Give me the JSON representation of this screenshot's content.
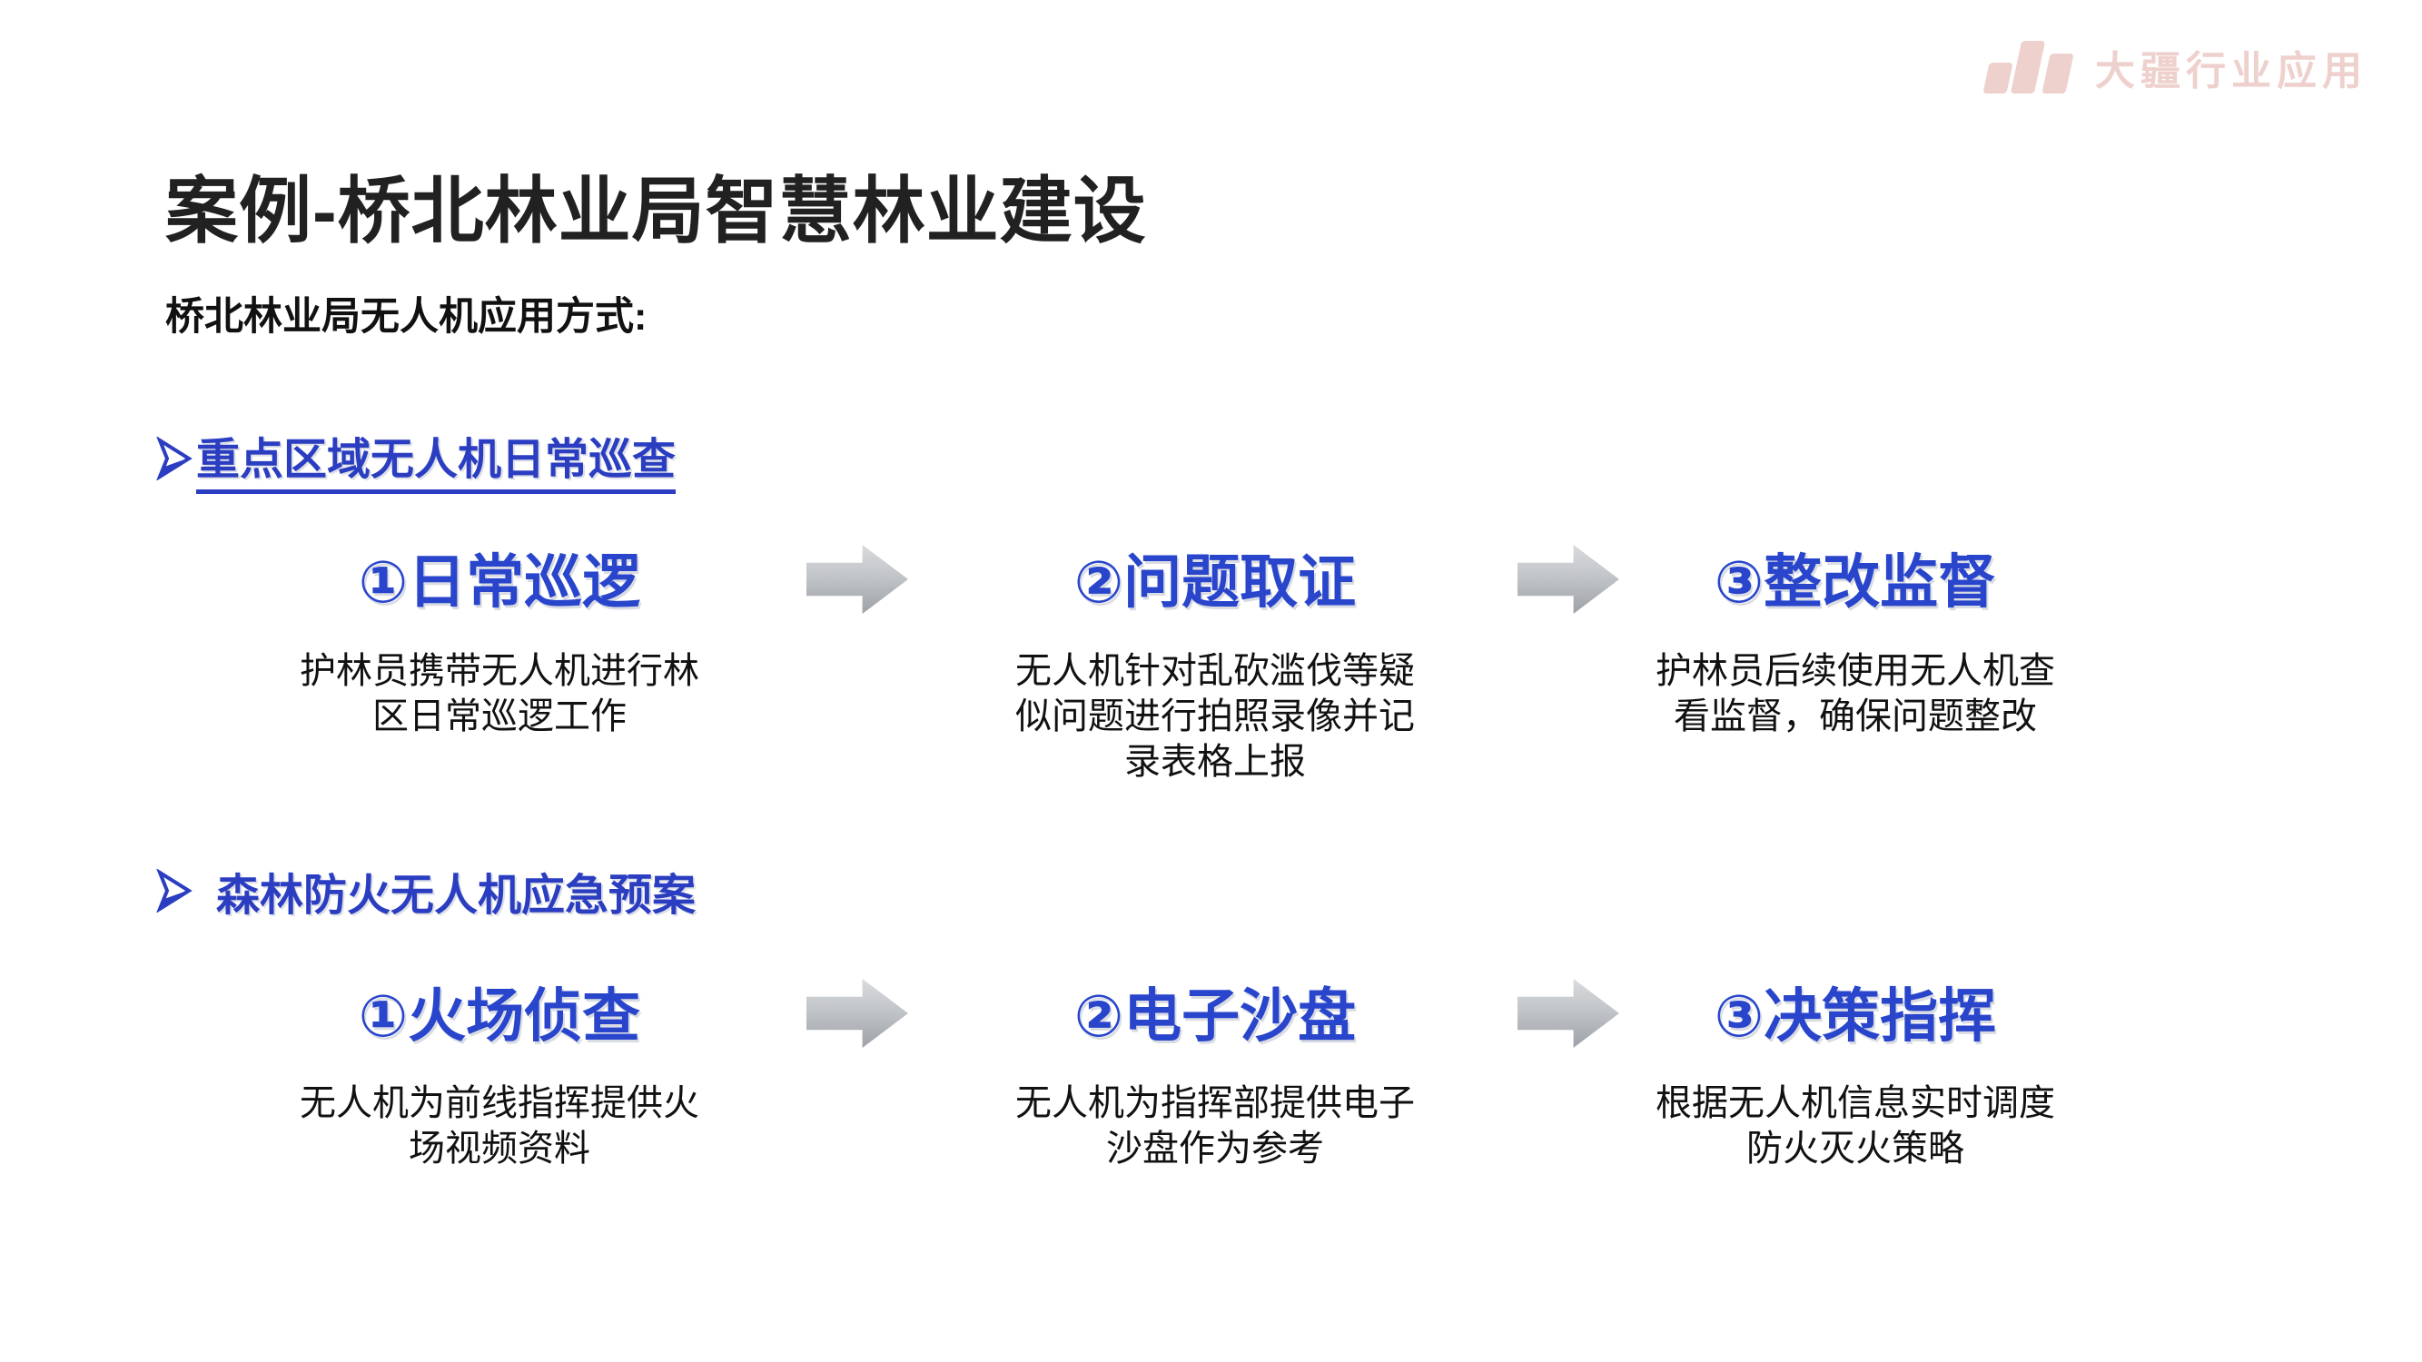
{
  "slide": {
    "title": "案例-桥北林业局智慧林业建设",
    "subtitle": "桥北林业局无人机应用方式:",
    "watermark": {
      "brand": "大疆行业应用",
      "logo_icon": "dji-logo-icon",
      "color": "#ecc8c5"
    },
    "colors": {
      "heading_blue": "#2B3EC1",
      "step_blue": "#2845CC",
      "arrow_gray_light": "#d9dbde",
      "arrow_gray_dark": "#9da2a8",
      "title_black": "#212121"
    },
    "sections": [
      {
        "bullet_icon": "arrowhead-right-icon",
        "heading": "重点区域无人机日常巡查",
        "heading_underlined": true,
        "steps": [
          {
            "title": "①日常巡逻",
            "desc": "护林员携带无人机进行林\n区日常巡逻工作"
          },
          {
            "title": "②问题取证",
            "desc": "无人机针对乱砍滥伐等疑\n似问题进行拍照录像并记\n录表格上报"
          },
          {
            "title": "③整改监督",
            "desc": "护林员后续使用无人机查\n看监督，确保问题整改"
          }
        ]
      },
      {
        "bullet_icon": "arrowhead-right-icon",
        "heading": "森林防火无人机应急预案",
        "heading_underlined": false,
        "steps": [
          {
            "title": "①火场侦查",
            "desc": "无人机为前线指挥提供火\n场视频资料"
          },
          {
            "title": "②电子沙盘",
            "desc": "无人机为指挥部提供电子\n沙盘作为参考"
          },
          {
            "title": "③决策指挥",
            "desc": "根据无人机信息实时调度\n防火灭火策略"
          }
        ]
      }
    ]
  }
}
